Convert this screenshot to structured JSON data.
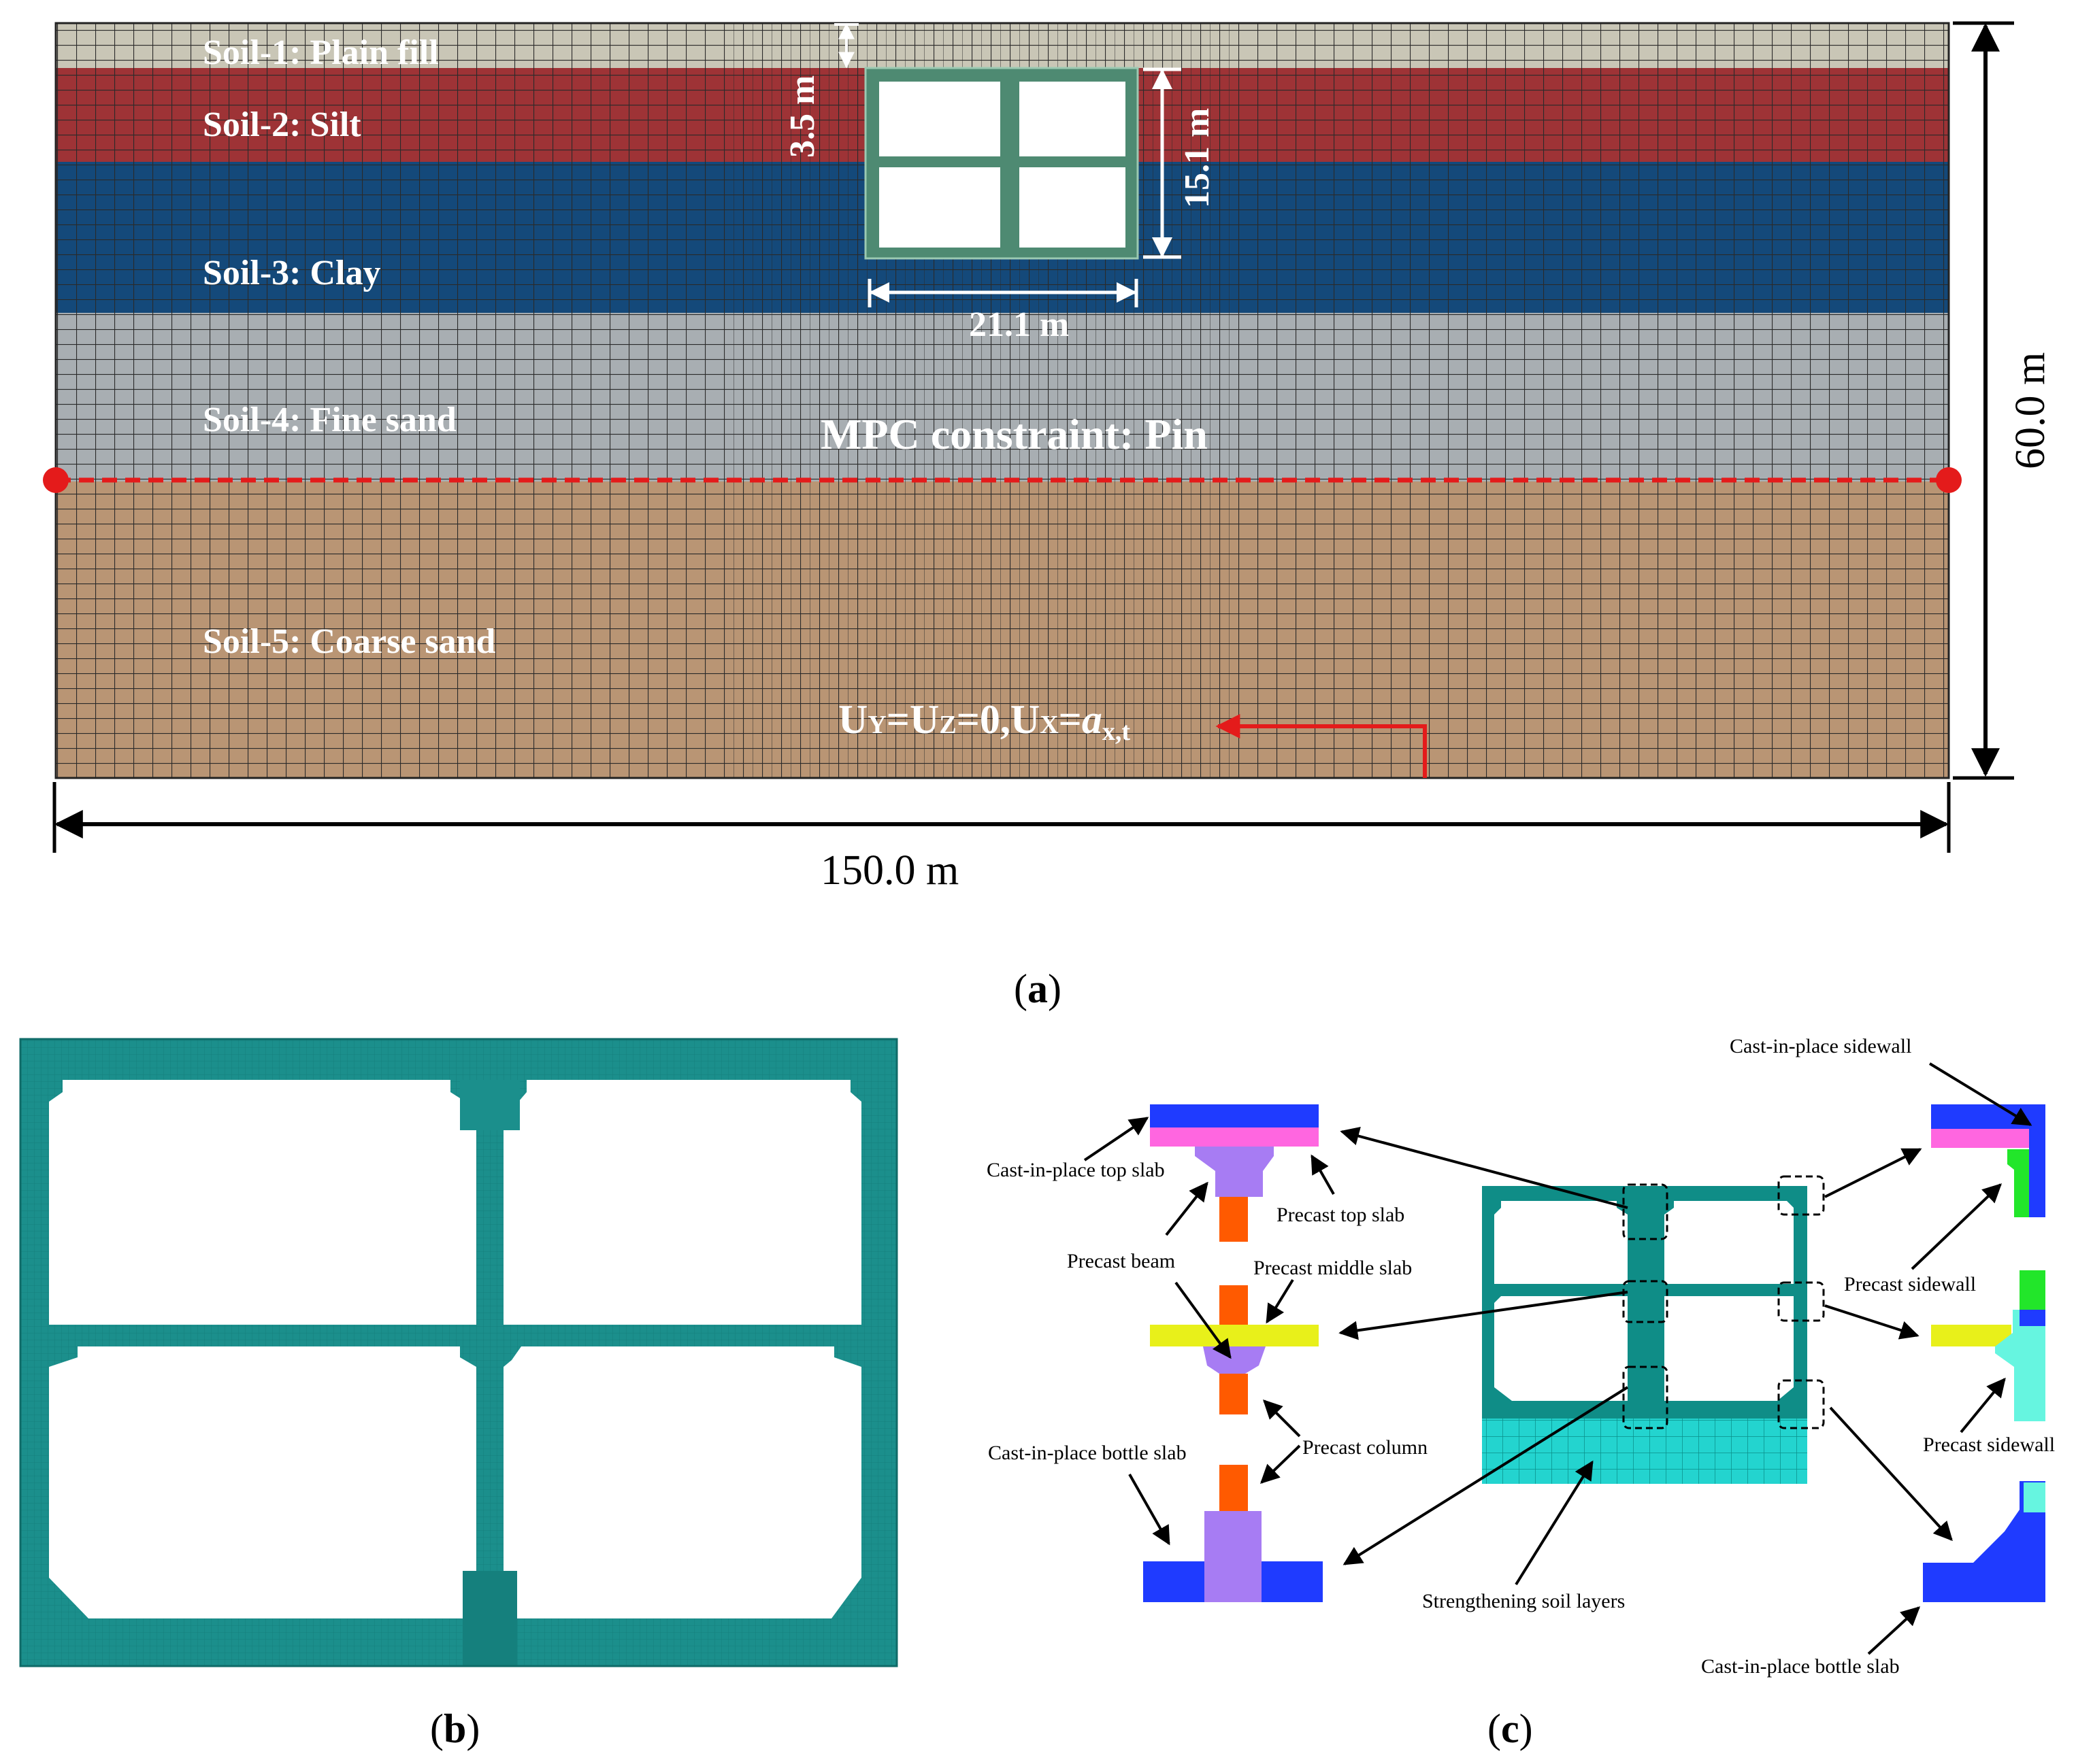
{
  "panel_a": {
    "soil_layers": [
      {
        "name": "Soil-1: Plain fill",
        "color": "#c9c6b6"
      },
      {
        "name": "Soil-2: Silt",
        "color": "#9e3336"
      },
      {
        "name": "Soil-3: Clay",
        "color": "#14497a"
      },
      {
        "name": "Soil-4: Fine sand",
        "color": "#a8aeb2"
      },
      {
        "name": "Soil-5: Coarse sand",
        "color": "#b99574"
      }
    ],
    "dim_depth": "3.5 m",
    "dim_height": "15.1 m",
    "dim_width": "21.1 m",
    "dim_model_width": "150.0 m",
    "dim_model_height": "60.0 m",
    "mpc_label": "MPC constraint: Pin",
    "bc_main": "U",
    "bc_y": "Y",
    "bc_eq1": "=U",
    "bc_z": "Z",
    "bc_eq2": "=0,U",
    "bc_x": "X",
    "bc_eq3": "=",
    "bc_a": "a",
    "bc_sub": "x,t",
    "caption_open": "(",
    "caption_letter": "a",
    "caption_close": ")"
  },
  "panel_b": {
    "caption_open": "(",
    "caption_letter": "b",
    "caption_close": ")",
    "color": "#1b8f8c"
  },
  "panel_c": {
    "caption_open": "(",
    "caption_letter": "c",
    "caption_close": ")",
    "labels": {
      "cast_top_slab": "Cast-in-place top slab",
      "precast_top_slab": "Precast top slab",
      "precast_beam": "Precast beam",
      "precast_middle_slab": "Precast middle slab",
      "precast_column": "Precast column",
      "cast_bottle_slab_left": "Cast-in-place bottle slab",
      "strengthening_soil": "Strengthening soil layers",
      "cast_sidewall": "Cast-in-place sidewall",
      "precast_sidewall_1": "Precast sidewall",
      "precast_sidewall_2": "Precast sidewall",
      "cast_bottle_slab_right": "Cast-in-place bottle slab"
    },
    "colors": {
      "cast_in_place": "#1f3bff",
      "precast_slab": "#ff66e0",
      "beam": "#a77cf3",
      "column": "#ff5a00",
      "middle_slab": "#e8f01a",
      "sidewall": "#22e62a",
      "sidewall_2": "#66f5e0"
    }
  }
}
